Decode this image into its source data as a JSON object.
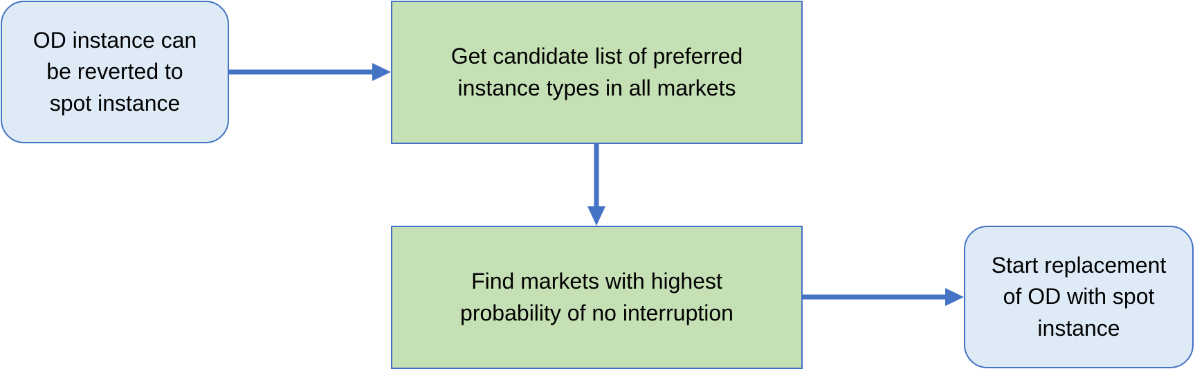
{
  "nodes": {
    "start": {
      "label": "OD instance can\nbe reverted to\nspot instance"
    },
    "get_candidates": {
      "label": "Get candidate list of preferred\ninstance types in all markets"
    },
    "find_markets": {
      "label": "Find markets with highest\nprobability of no interruption"
    },
    "replacement": {
      "label": "Start replacement\nof OD with spot\ninstance"
    }
  },
  "colors": {
    "terminal_fill": "#deebf7",
    "process_fill": "#c5e0b4",
    "outline": "#4472c4",
    "arrow": "#4472c4"
  }
}
